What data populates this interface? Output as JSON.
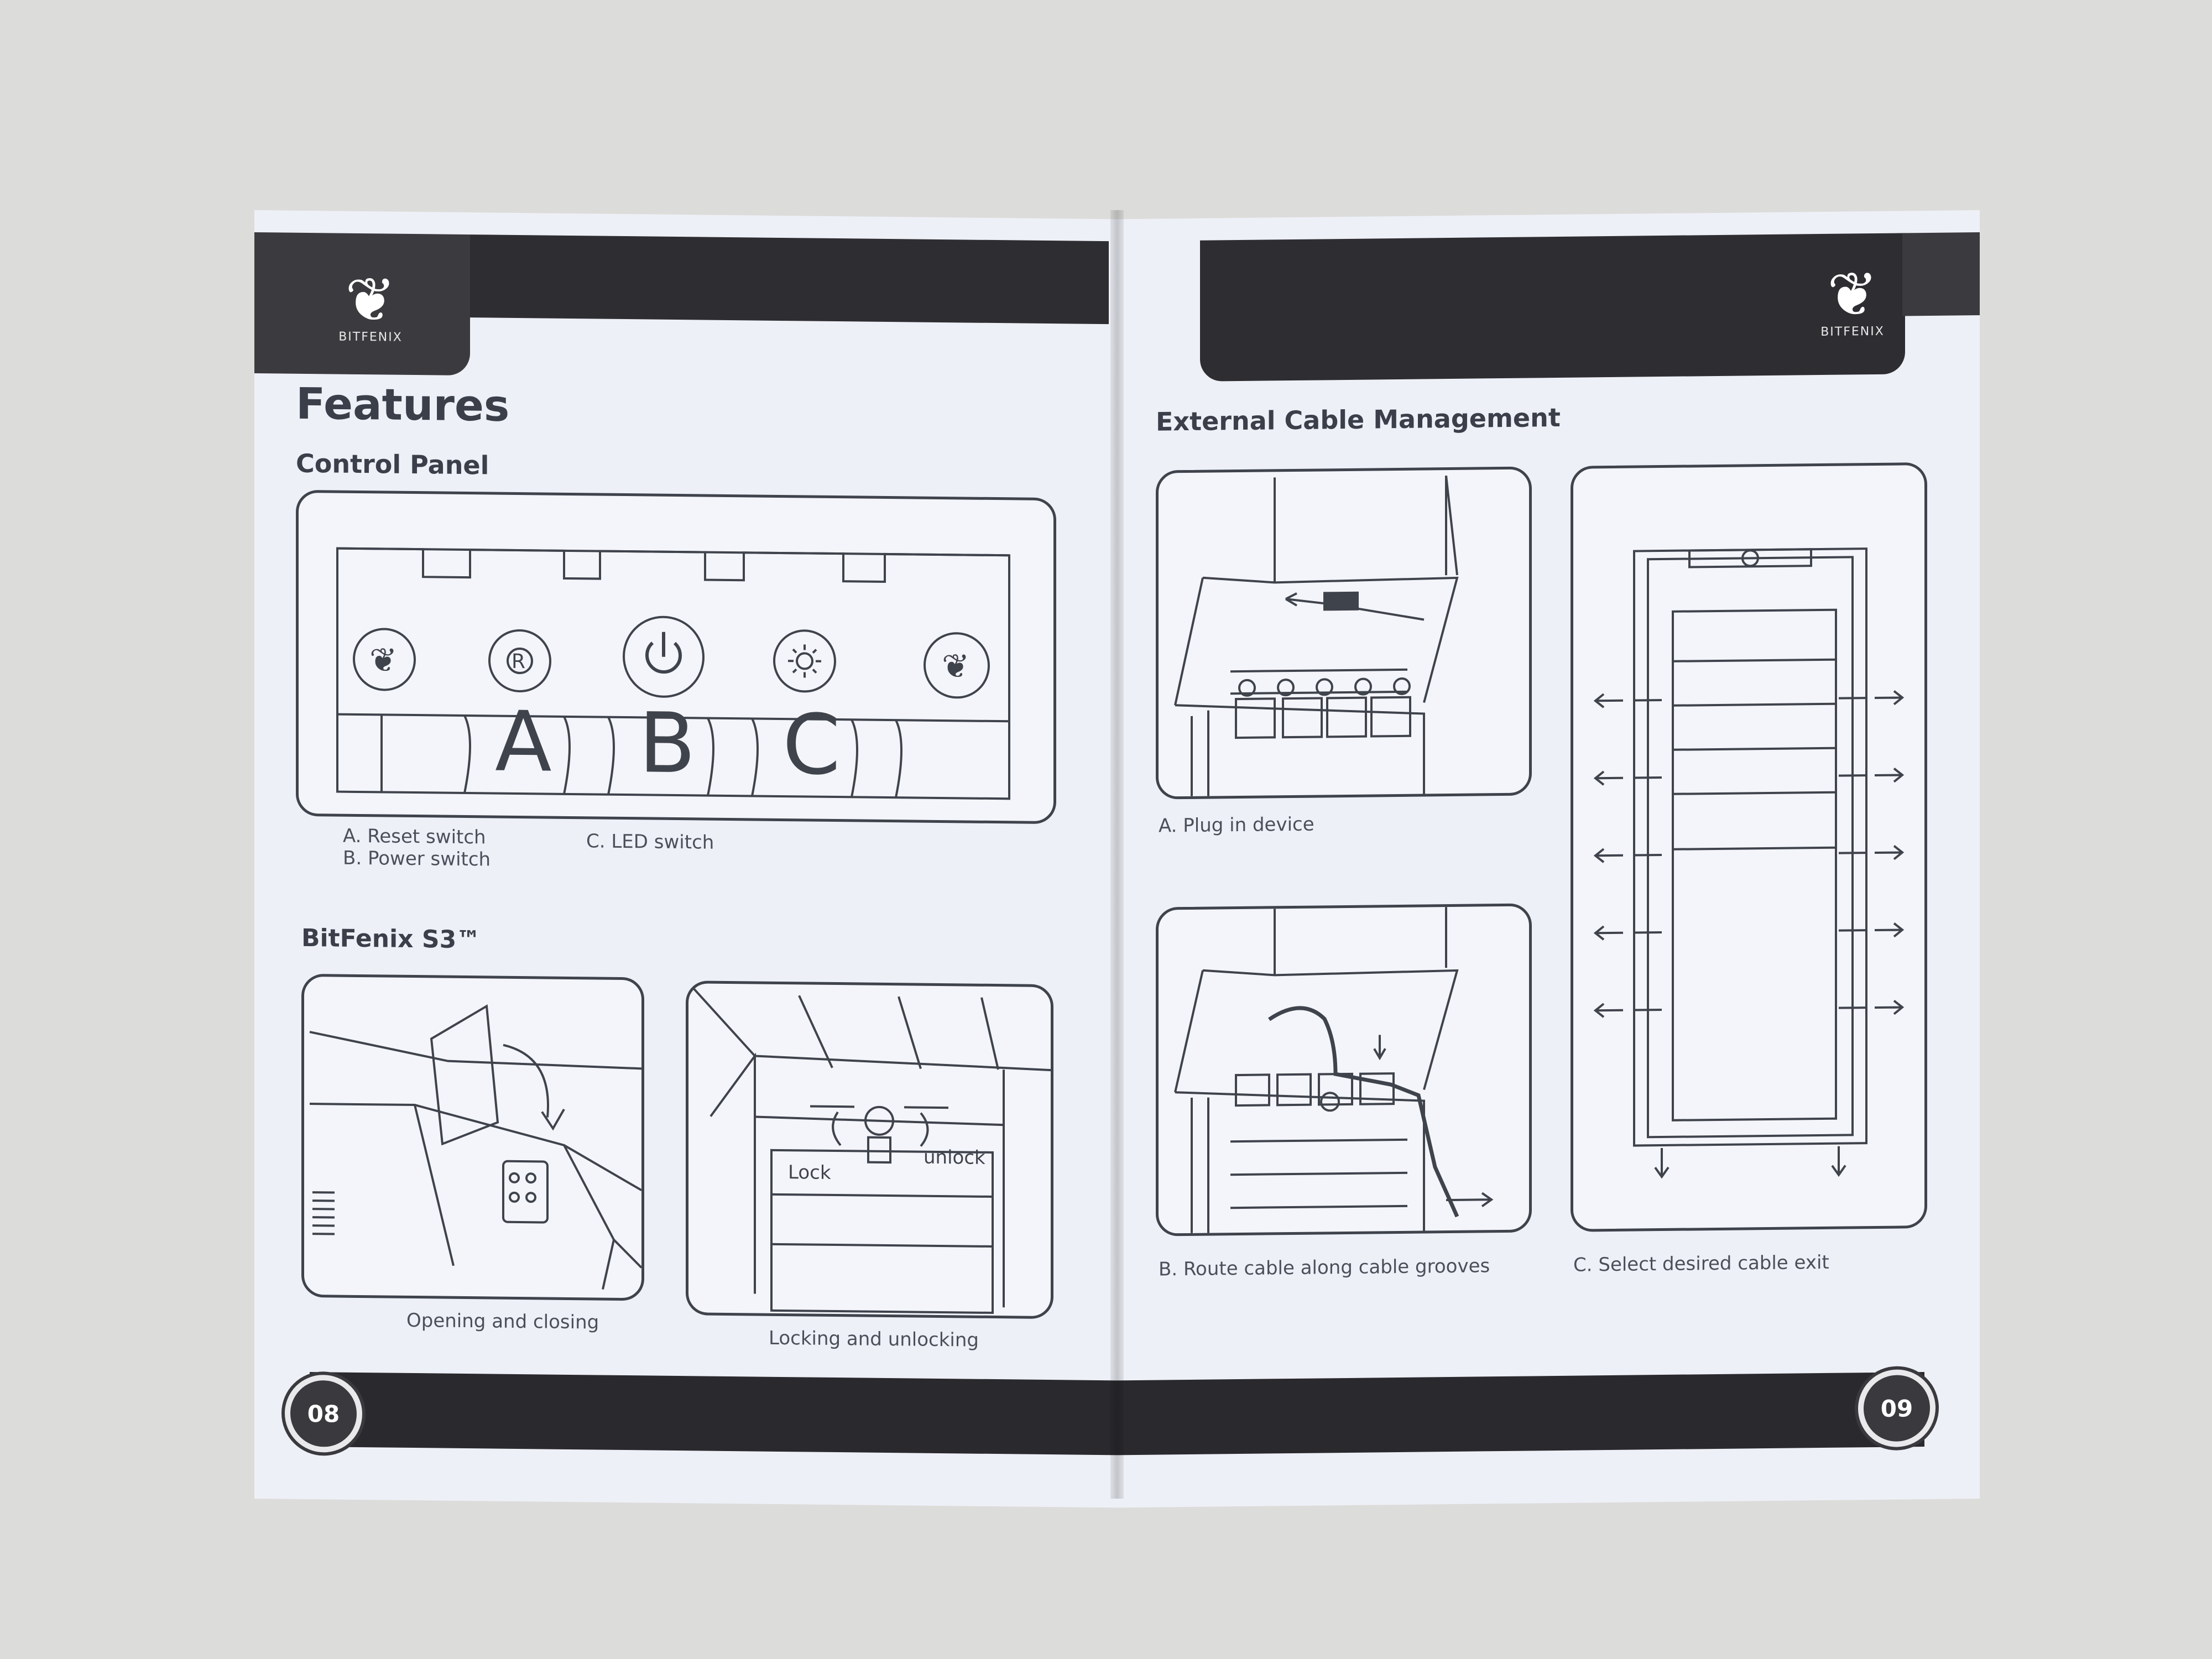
{
  "left_page": {
    "brand": "BITFENIX",
    "title": "Features",
    "control_panel": {
      "heading": "Control Panel",
      "letters": [
        "A",
        "B",
        "C"
      ],
      "legend": {
        "a": "A. Reset switch",
        "b": "B. Power switch",
        "c": "C. LED switch"
      }
    },
    "s3": {
      "heading": "BitFenix S3™",
      "cap_open": "Opening and closing",
      "cap_lock": "Locking and unlocking",
      "lock_label": "Lock",
      "unlock_label": "unlock"
    },
    "page_number": "08"
  },
  "right_page": {
    "brand": "BITFENIX",
    "heading": "External Cable Management",
    "captions": {
      "a": "A. Plug in device",
      "b": "B. Route cable along cable grooves",
      "c": "C. Select desired cable exit"
    },
    "page_number": "09"
  },
  "colors": {
    "band": "#2e2e32",
    "paper": "#eef0f7",
    "ink": "#3a3f4a"
  },
  "icons": [
    "bitfenix-logo-icon",
    "reset-icon",
    "power-icon",
    "led-icon",
    "arrow-icon"
  ]
}
